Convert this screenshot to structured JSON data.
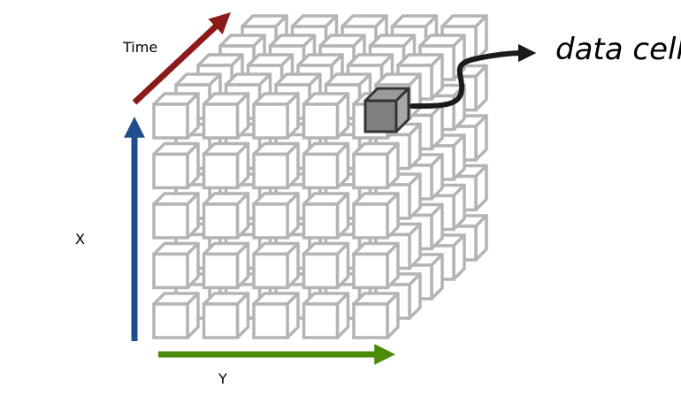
{
  "axes": {
    "time_label": "Time",
    "x_label": "X",
    "y_label": "Y"
  },
  "callout": {
    "label": "data cell"
  },
  "cube": {
    "rows": 5,
    "cols": 5,
    "depth": 5,
    "highlighted_cell": {
      "row": 0,
      "col": 4,
      "depth": 4
    }
  },
  "colors": {
    "time_arrow": "#8b1a1a",
    "x_arrow": "#1f4e8c",
    "y_arrow": "#4c8a0a",
    "cell_stroke": "#b4b4b4",
    "cell_fill": "#ffffff",
    "highlight_fill": "#808080",
    "highlight_stroke": "#333333",
    "callout_arrow": "#1a1a1a"
  }
}
